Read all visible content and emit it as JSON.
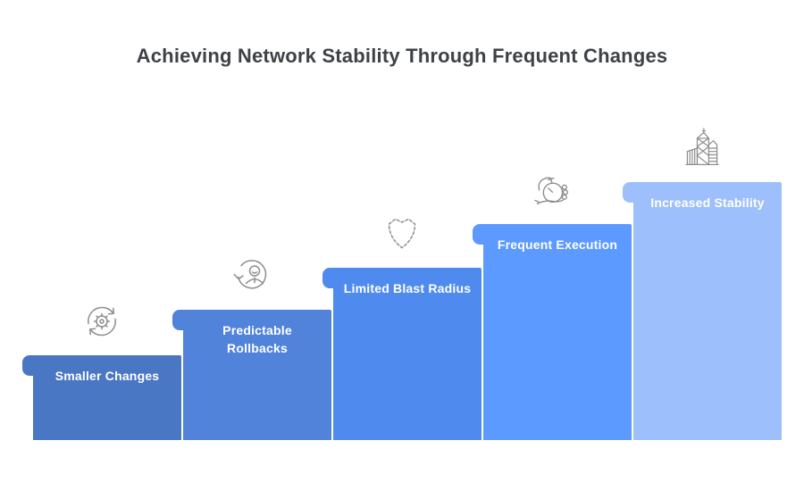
{
  "title": "Achieving Network Stability Through Frequent Changes",
  "steps": [
    {
      "label": "Smaller Changes",
      "color": "#4a77c4",
      "icon": "sync-gear-icon"
    },
    {
      "label": "Predictable Rollbacks",
      "color": "#5183da",
      "icon": "user-rollback-icon"
    },
    {
      "label": "Limited Blast Radius",
      "color": "#4f8bef",
      "icon": "shield-icon"
    },
    {
      "label": "Frequent Execution",
      "color": "#5c9aff",
      "icon": "hand-stopwatch-icon"
    },
    {
      "label": "Increased Stability",
      "color": "#9dbffb",
      "icon": "city-buildings-icon"
    }
  ],
  "colors": {
    "title": "#3e4247",
    "label_text": "#ffffff",
    "icon_stroke": "#8d8d8d",
    "background": "#ffffff"
  }
}
